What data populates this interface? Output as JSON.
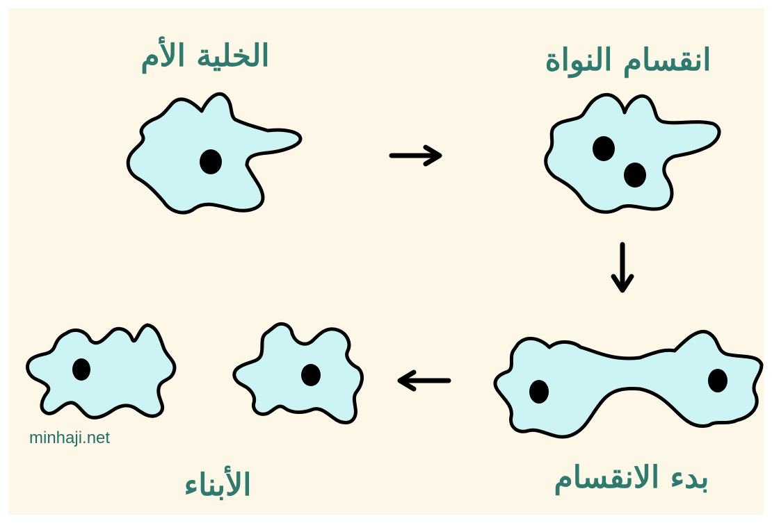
{
  "labels": {
    "mother_cell": "الخلية الأم",
    "nucleus_division": "انقسام النواة",
    "division_start": "بدء الانقسام",
    "offspring": "الأبناء"
  },
  "watermark": "minhaji.net",
  "colors": {
    "background": "#fdf7e7",
    "cell_fill": "#ccf4f5",
    "label_color": "#2e7a6f"
  }
}
